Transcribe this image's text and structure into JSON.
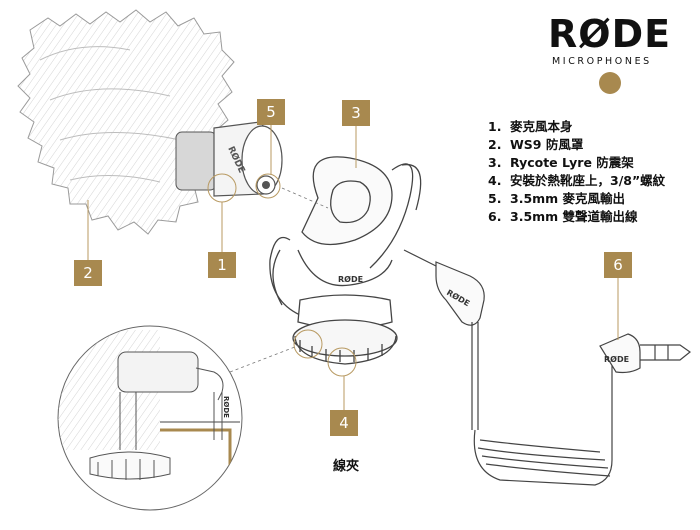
{
  "brand": {
    "wordmark": "RØDE",
    "tagline": "MICROPHONES",
    "accent": "#a8894f"
  },
  "legend": [
    {
      "num": "1.",
      "text": "麥克風本身"
    },
    {
      "num": "2.",
      "text": "WS9 防風罩"
    },
    {
      "num": "3.",
      "text": "Rycote Lyre 防震架"
    },
    {
      "num": "4.",
      "text": "安裝於熱靴座上，3/8”螺紋"
    },
    {
      "num": "5.",
      "text": "3.5mm 麥克風輸出"
    },
    {
      "num": "6.",
      "text": "3.5mm 雙聲道輸出線"
    }
  ],
  "callouts": [
    "1",
    "2",
    "3",
    "4",
    "5",
    "6"
  ],
  "caption": "線夾",
  "device_marks": {
    "mic_body": "RØDE",
    "mount": "RØDE",
    "plug_left": "RØDE",
    "plug_right": "RØDE",
    "inset_plug": "RØDE"
  }
}
